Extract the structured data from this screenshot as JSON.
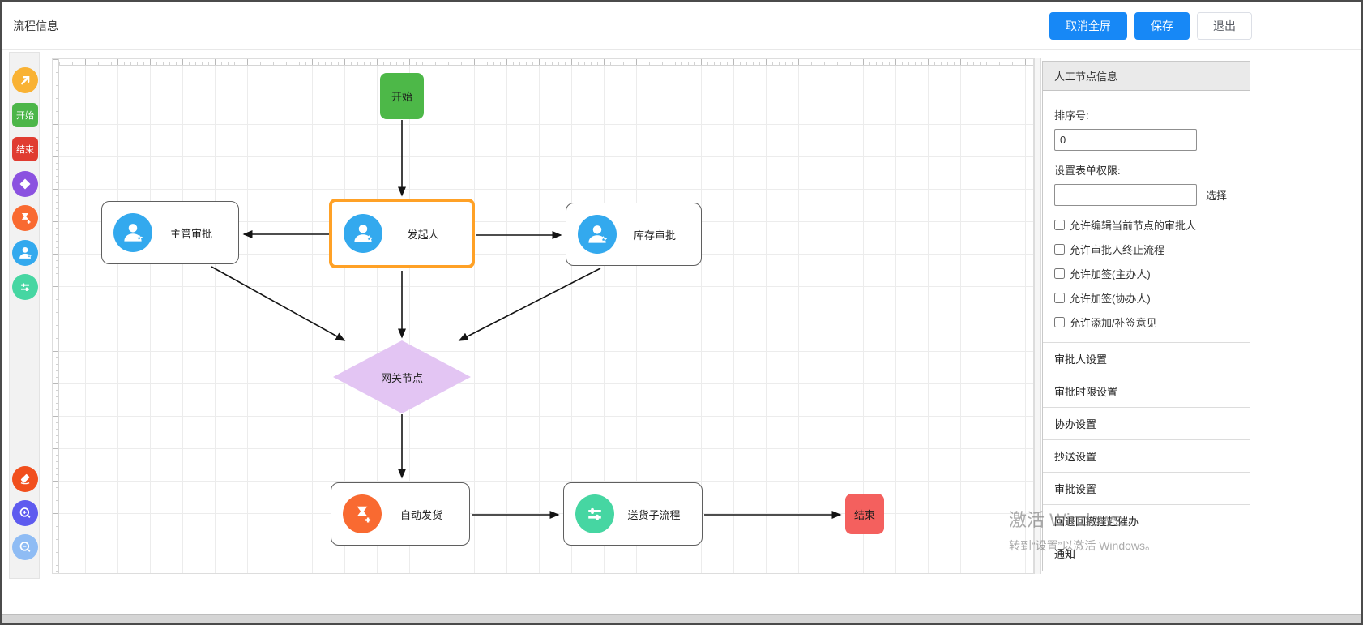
{
  "header": {
    "title": "流程信息",
    "cancel_fullscreen": "取消全屏",
    "save": "保存",
    "exit": "退出"
  },
  "toolbar": {
    "start_label": "开始",
    "end_label": "结束"
  },
  "diagram": {
    "nodes": {
      "start": "开始",
      "supervisor": "主管审批",
      "initiator": "发起人",
      "inventory": "库存审批",
      "gateway": "网关节点",
      "auto_ship": "自动发货",
      "delivery_subflow": "送货子流程",
      "end": "结束"
    }
  },
  "panel": {
    "title": "人工节点信息",
    "sort_label": "排序号:",
    "sort_value": "0",
    "form_perm_label": "设置表单权限:",
    "form_perm_value": "",
    "select_link": "选择",
    "checkboxes": [
      "允许编辑当前节点的审批人",
      "允许审批人终止流程",
      "允许加签(主办人)",
      "允许加签(协办人)",
      "允许添加/补签意见"
    ],
    "sections": [
      "审批人设置",
      "审批时限设置",
      "协办设置",
      "抄送设置",
      "审批设置",
      "回退回撤挂起催办",
      "通知"
    ]
  },
  "watermark": {
    "line1": "激活 Windows",
    "line2": "转到“设置”以激活 Windows。"
  },
  "colors": {
    "accent_blue": "#1788f6",
    "start_green": "#4db848",
    "end_red": "#f4605e",
    "gateway_fill": "#e3c5f3",
    "selected_orange": "#ffa126",
    "person_blue": "#33a9ee",
    "auto_orange": "#f96a31",
    "subflow_green": "#46d6a2",
    "palette_amber": "#f9b234",
    "palette_purple": "#8b52e0",
    "eraser_red": "#f14f1d",
    "zoomin_indigo": "#5e5bef",
    "zoomout_blue": "#8fbcf4"
  }
}
